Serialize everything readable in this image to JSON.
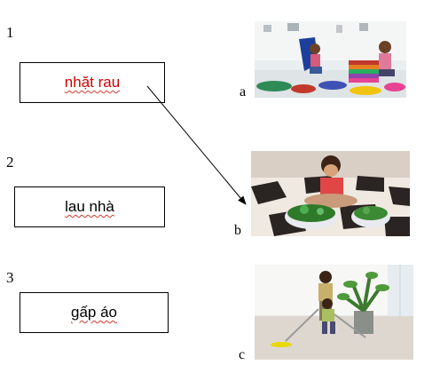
{
  "items": [
    {
      "number": "1",
      "text": "nhặt rau"
    },
    {
      "number": "2",
      "text": "lau nhà"
    },
    {
      "number": "3",
      "text": "gấp áo"
    }
  ],
  "pictures": [
    {
      "letter": "a",
      "icon": "folding-clothes-photo"
    },
    {
      "letter": "b",
      "icon": "picking-vegetables-photo"
    },
    {
      "letter": "c",
      "icon": "mopping-floor-photo"
    }
  ],
  "colors": {
    "answer_text": "#d40000",
    "spell_underline": "#d23b2e",
    "arrow": "#000000"
  }
}
